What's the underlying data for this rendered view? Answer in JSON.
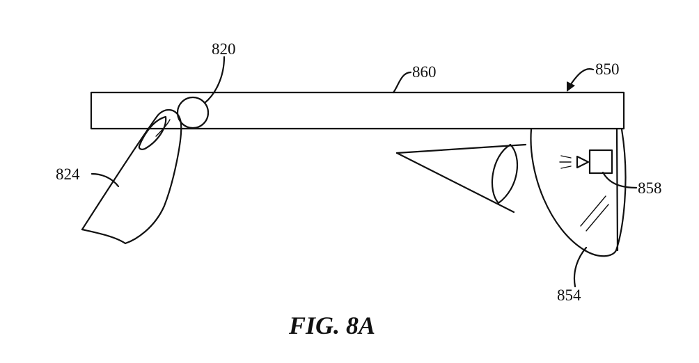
{
  "labels": {
    "device": "850",
    "frame": "860",
    "button": "820",
    "finger": "824",
    "projector": "858",
    "lens": "854"
  },
  "caption": "FIG. 8A"
}
